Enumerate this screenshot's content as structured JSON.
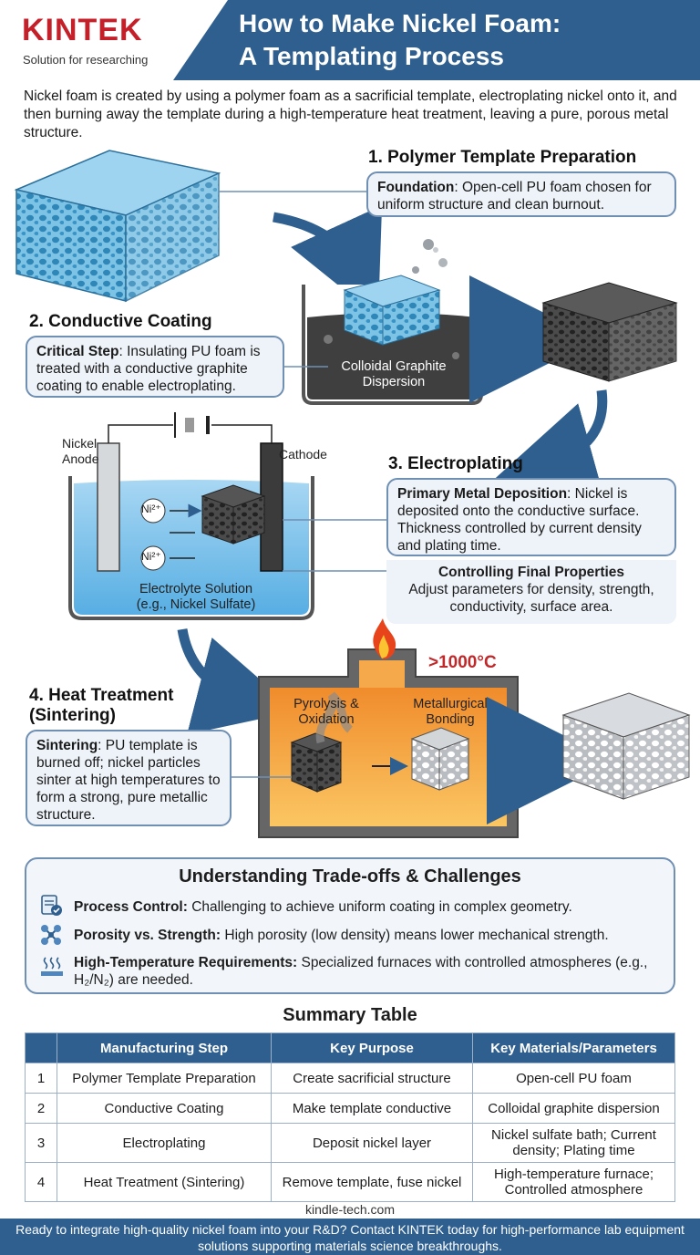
{
  "header": {
    "logo": "KINTEK",
    "tagline": "Solution for researching",
    "title_line1": "How to Make Nickel Foam:",
    "title_line2": "A Templating Process"
  },
  "intro": "Nickel foam is created by using a polymer foam as a sacrificial template, electroplating nickel onto it, and then burning away the template during a high-temperature heat treatment, leaving a pure, porous metal structure.",
  "steps": [
    {
      "title": "1. Polymer Template Preparation",
      "lead": "Foundation",
      "text": ": Open-cell PU foam chosen for uniform structure and clean burnout."
    },
    {
      "title": "2. Conductive Coating",
      "lead": "Critical Step",
      "text": ": Insulating PU foam is treated with a conductive graphite coating to enable electroplating."
    },
    {
      "title": "3. Electroplating",
      "lead": "Primary Metal Deposition",
      "text": ": Nickel is deposited onto the conductive surface. Thickness controlled by current density and plating time."
    },
    {
      "title_line1": "4. Heat Treatment",
      "title_line2": "(Sintering)",
      "lead": "Sintering",
      "text": ": PU template is burned off; nickel particles sinter at high temperatures to form a strong, pure metallic structure."
    }
  ],
  "diagram": {
    "dispersion_line1": "Colloidal Graphite",
    "dispersion_line2": "Dispersion",
    "anode_line1": "Nickel",
    "anode_line2": "Anode",
    "cathode": "Cathode",
    "ion": "Ni²⁺",
    "electrolyte_line1": "Electrolyte Solution",
    "electrolyte_line2": "(e.g., Nickel Sulfate)",
    "control_title": "Controlling Final Properties",
    "control_text": "Adjust parameters for density, strength, conductivity, surface area.",
    "temperature": ">1000°C",
    "pyrolysis_line1": "Pyrolysis &",
    "pyrolysis_line2": "Oxidation",
    "bonding_line1": "Metallurgical",
    "bonding_line2": "Bonding"
  },
  "tradeoffs": {
    "title": "Understanding Trade-offs & Challenges",
    "items": [
      {
        "icon": "checklist-icon",
        "lead": "Process Control:",
        "text": " Challenging to achieve uniform coating in complex geometry."
      },
      {
        "icon": "molecule-icon",
        "lead": "Porosity vs. Strength:",
        "text": " High porosity (low density) means lower mechanical strength."
      },
      {
        "icon": "heat-icon",
        "lead": "High-Temperature Requirements:",
        "text": " Specialized furnaces with controlled atmospheres (e.g., H₂/N₂) are needed."
      }
    ]
  },
  "summary": {
    "title": "Summary Table",
    "headers": [
      "",
      "Manufacturing Step",
      "Key Purpose",
      "Key Materials/Parameters"
    ],
    "rows": [
      [
        "1",
        "Polymer Template Preparation",
        "Create sacrificial structure",
        "Open-cell PU foam"
      ],
      [
        "2",
        "Conductive Coating",
        "Make template conductive",
        "Colloidal graphite dispersion"
      ],
      [
        "3",
        "Electroplating",
        "Deposit nickel layer",
        "Nickel sulfate bath; Current density; Plating time"
      ],
      [
        "4",
        "Heat Treatment (Sintering)",
        "Remove template, fuse nickel",
        "High-temperature furnace; Controlled atmosphere"
      ]
    ]
  },
  "site": "kindle-tech.com",
  "footer": "Ready to integrate high-quality nickel foam into your R&D? Contact KINTEK today for high-performance lab equipment solutions supporting materials science breakthroughs.",
  "colors": {
    "brand_red": "#c4202a",
    "brand_blue": "#2f5f8f",
    "accent_red": "#c0282a"
  }
}
